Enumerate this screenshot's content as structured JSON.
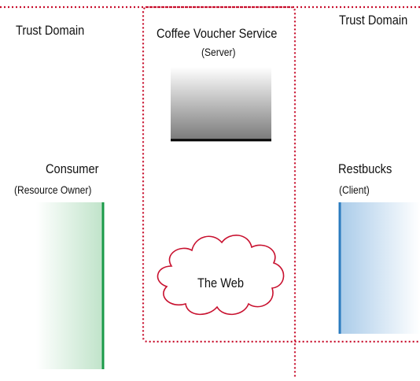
{
  "trust_domain_left": {
    "label": "Trust Domain"
  },
  "trust_domain_right": {
    "label": "Trust Domain"
  },
  "server": {
    "name": "Coffee Voucher Service",
    "role": "(Server)"
  },
  "consumer": {
    "name": "Consumer",
    "role": "(Resource Owner)"
  },
  "client": {
    "name": "Restbucks",
    "role": "(Client)"
  },
  "cloud": {
    "label": "The Web"
  },
  "colors": {
    "boundary": "#c8102e",
    "consumer_bar": "#1a9a48",
    "client_bar": "#2b7bbf",
    "server_box": "#000000"
  }
}
